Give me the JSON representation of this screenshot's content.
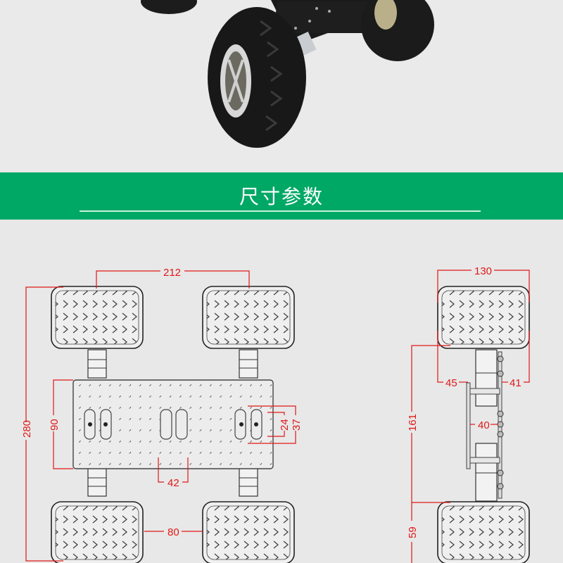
{
  "banner": {
    "title": "尺寸参数",
    "background_color": "#00a865",
    "text_color": "#ffffff"
  },
  "photo": {
    "subject": "4WD robot car chassis with off-road tires (rendered product photo, cropped)"
  },
  "top_view": {
    "dimensions": {
      "wheelbase": "212",
      "overall_length": "280",
      "plate_width": "90",
      "hole_spacing_inner": "24",
      "hole_spacing_outer": "37",
      "hole_pitch": "42",
      "wheel_gap": "80"
    }
  },
  "side_view": {
    "dimensions": {
      "overall_width": "130",
      "left_offset": "45",
      "right_offset": "41",
      "bracket_width": "40",
      "axle_span": "161",
      "tire_height": "59"
    }
  },
  "colors": {
    "dimension_lines": "#e01818",
    "drawing_lines": "#333333",
    "background": "#e8e8e8"
  }
}
